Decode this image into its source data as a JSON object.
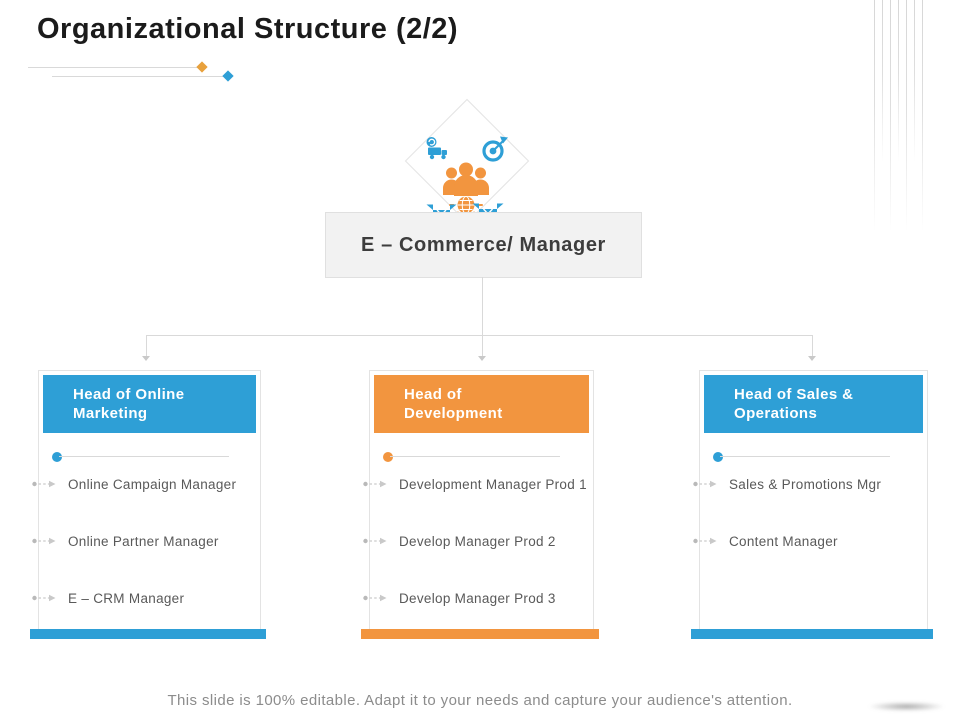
{
  "slide": {
    "title": "Organizational Structure (2/2)",
    "footer": "This slide is 100% editable. Adapt it to your needs and capture your audience's attention.",
    "root_label": "E – Commerce/ Manager",
    "colors": {
      "blue": "#2E9FD6",
      "orange": "#F2953F",
      "connector_line": "#D9D9D9",
      "item_text": "#595959"
    },
    "badge_icons": [
      "delivery-truck-icon",
      "target-dart-icon",
      "team-icon",
      "globe-icon",
      "package-box-icon"
    ],
    "columns": [
      {
        "id": "online-marketing",
        "accent": "#2E9FD6",
        "header": "Head of Online\nMarketing",
        "items": [
          "Online Campaign Manager",
          "Online Partner Manager",
          "E – CRM Manager"
        ]
      },
      {
        "id": "development",
        "accent": "#F2953F",
        "header": "Head of\nDevelopment",
        "items": [
          "Development Manager Prod 1",
          "Develop Manager Prod 2",
          "Develop Manager Prod 3"
        ]
      },
      {
        "id": "sales-operations",
        "accent": "#2E9FD6",
        "header": "Head of Sales &\nOperations",
        "items": [
          "Sales & Promotions Mgr",
          "Content Manager"
        ]
      }
    ]
  }
}
